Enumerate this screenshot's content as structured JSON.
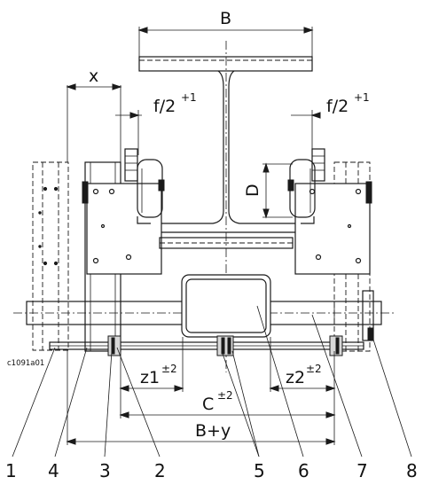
{
  "drawing_code": "c1091a01",
  "dimensions": {
    "b": "B",
    "x": "x",
    "f_left": {
      "base": "f/2",
      "tol": "+1"
    },
    "f_right": {
      "base": "f/2",
      "tol": "+1"
    },
    "d": "D",
    "z1": {
      "base": "z1",
      "tol": "±2"
    },
    "z2": {
      "base": "z2",
      "tol": "±2"
    },
    "c": {
      "base": "C",
      "tol": "±2"
    },
    "by": "B+y"
  },
  "callouts": [
    "1",
    "4",
    "3",
    "2",
    "5",
    "6",
    "7",
    "8"
  ]
}
